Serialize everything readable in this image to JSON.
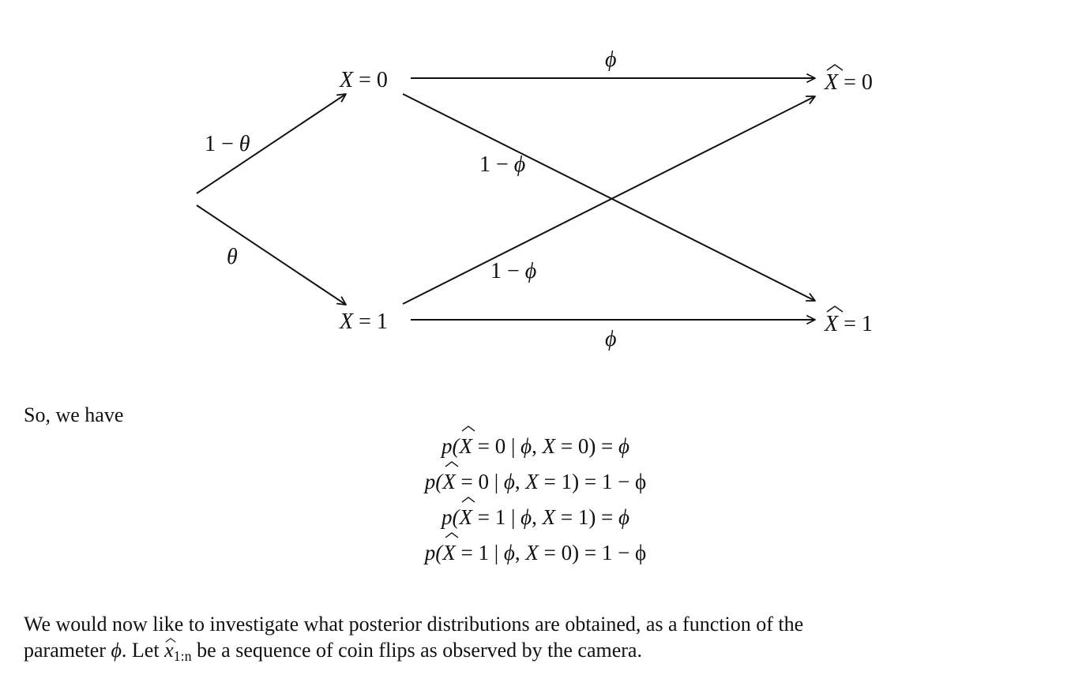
{
  "diagram": {
    "nodes": {
      "x0": "X = 0",
      "x1": "X = 1",
      "xhat0": "X̂ = 0",
      "xhat1": "X̂ = 1"
    },
    "edge_labels": {
      "root_to_x0": "1 − θ",
      "root_to_x1": "θ",
      "x0_to_xhat0": "ϕ",
      "x0_to_xhat1": "1 − ϕ",
      "x1_to_xhat0": "1 − ϕ",
      "x1_to_xhat1": "ϕ"
    },
    "edges": [
      {
        "from": "root",
        "to": "X = 0",
        "label": "1 − θ"
      },
      {
        "from": "root",
        "to": "X = 1",
        "label": "θ"
      },
      {
        "from": "X = 0",
        "to": "X̂ = 0",
        "label": "ϕ"
      },
      {
        "from": "X = 0",
        "to": "X̂ = 1",
        "label": "1 − ϕ"
      },
      {
        "from": "X = 1",
        "to": "X̂ = 0",
        "label": "1 − ϕ"
      },
      {
        "from": "X = 1",
        "to": "X̂ = 1",
        "label": "ϕ"
      }
    ]
  },
  "text": {
    "intro": "So, we have",
    "final_line1": "We would now like to investigate what posterior distributions are obtained, as a function of the",
    "final_line2_a": "parameter ",
    "final_line2_phi": "ϕ",
    "final_line2_b": ". Let ",
    "final_line2_var": "x",
    "final_line2_sub": "1:n",
    "final_line2_c": " be a sequence of coin flips as observed by the camera."
  },
  "equations": [
    {
      "p": "p(",
      "xhat": "X",
      "eq1": " = 0 | ",
      "phi": "ϕ",
      "cond": ", ",
      "x": "X",
      "eq2": " = 0) = ",
      "rhs": "ϕ"
    },
    {
      "p": "p(",
      "xhat": "X",
      "eq1": " = 0 | ",
      "phi": "ϕ",
      "cond": ", ",
      "x": "X",
      "eq2": " = 1) = ",
      "rhs": "1 − ϕ"
    },
    {
      "p": "p(",
      "xhat": "X",
      "eq1": " = 1 | ",
      "phi": "ϕ",
      "cond": ", ",
      "x": "X",
      "eq2": " = 1) = ",
      "rhs": "ϕ"
    },
    {
      "p": "p(",
      "xhat": "X",
      "eq1": " = 1 | ",
      "phi": "ϕ",
      "cond": ", ",
      "x": "X",
      "eq2": " = 0) = ",
      "rhs": "1 − ϕ"
    }
  ]
}
